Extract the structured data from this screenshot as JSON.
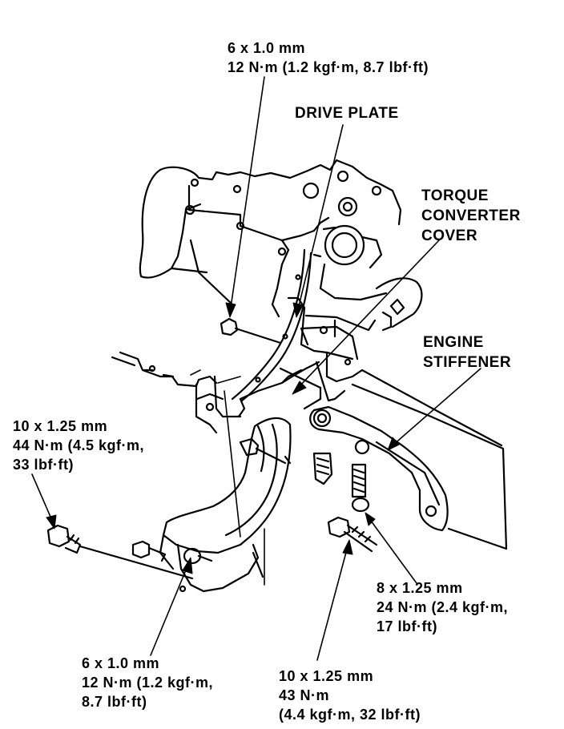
{
  "labels": {
    "top_bolt": {
      "size": "6 x 1.0 mm",
      "torque": "12 N·m (1.2 kgf·m, 8.7 lbf·ft)"
    },
    "drive_plate": "DRIVE PLATE",
    "torque_converter_cover": {
      "line1": "TORQUE",
      "line2": "CONVERTER",
      "line3": "COVER"
    },
    "engine_stiffener": {
      "line1": "ENGINE",
      "line2": "STIFFENER"
    },
    "left_bolt": {
      "size": "10 x 1.25 mm",
      "torque1": "44 N·m (4.5 kgf·m,",
      "torque2": "33 lbf·ft)"
    },
    "right_bolt": {
      "size": "8 x 1.25 mm",
      "torque1": "24 N·m (2.4 kgf·m,",
      "torque2": "17 lbf·ft)"
    },
    "bottom_left_bolt": {
      "size": "6 x 1.0 mm",
      "torque1": "12 N·m (1.2 kgf·m,",
      "torque2": "8.7 lbf·ft)"
    },
    "bottom_right_bolt": {
      "size": "10 x 1.25 mm",
      "torque1": "43 N·m",
      "torque2": "(4.4 kgf·m, 32 lbf·ft)"
    }
  },
  "colors": {
    "ink": "#000000",
    "paper": "#ffffff"
  }
}
